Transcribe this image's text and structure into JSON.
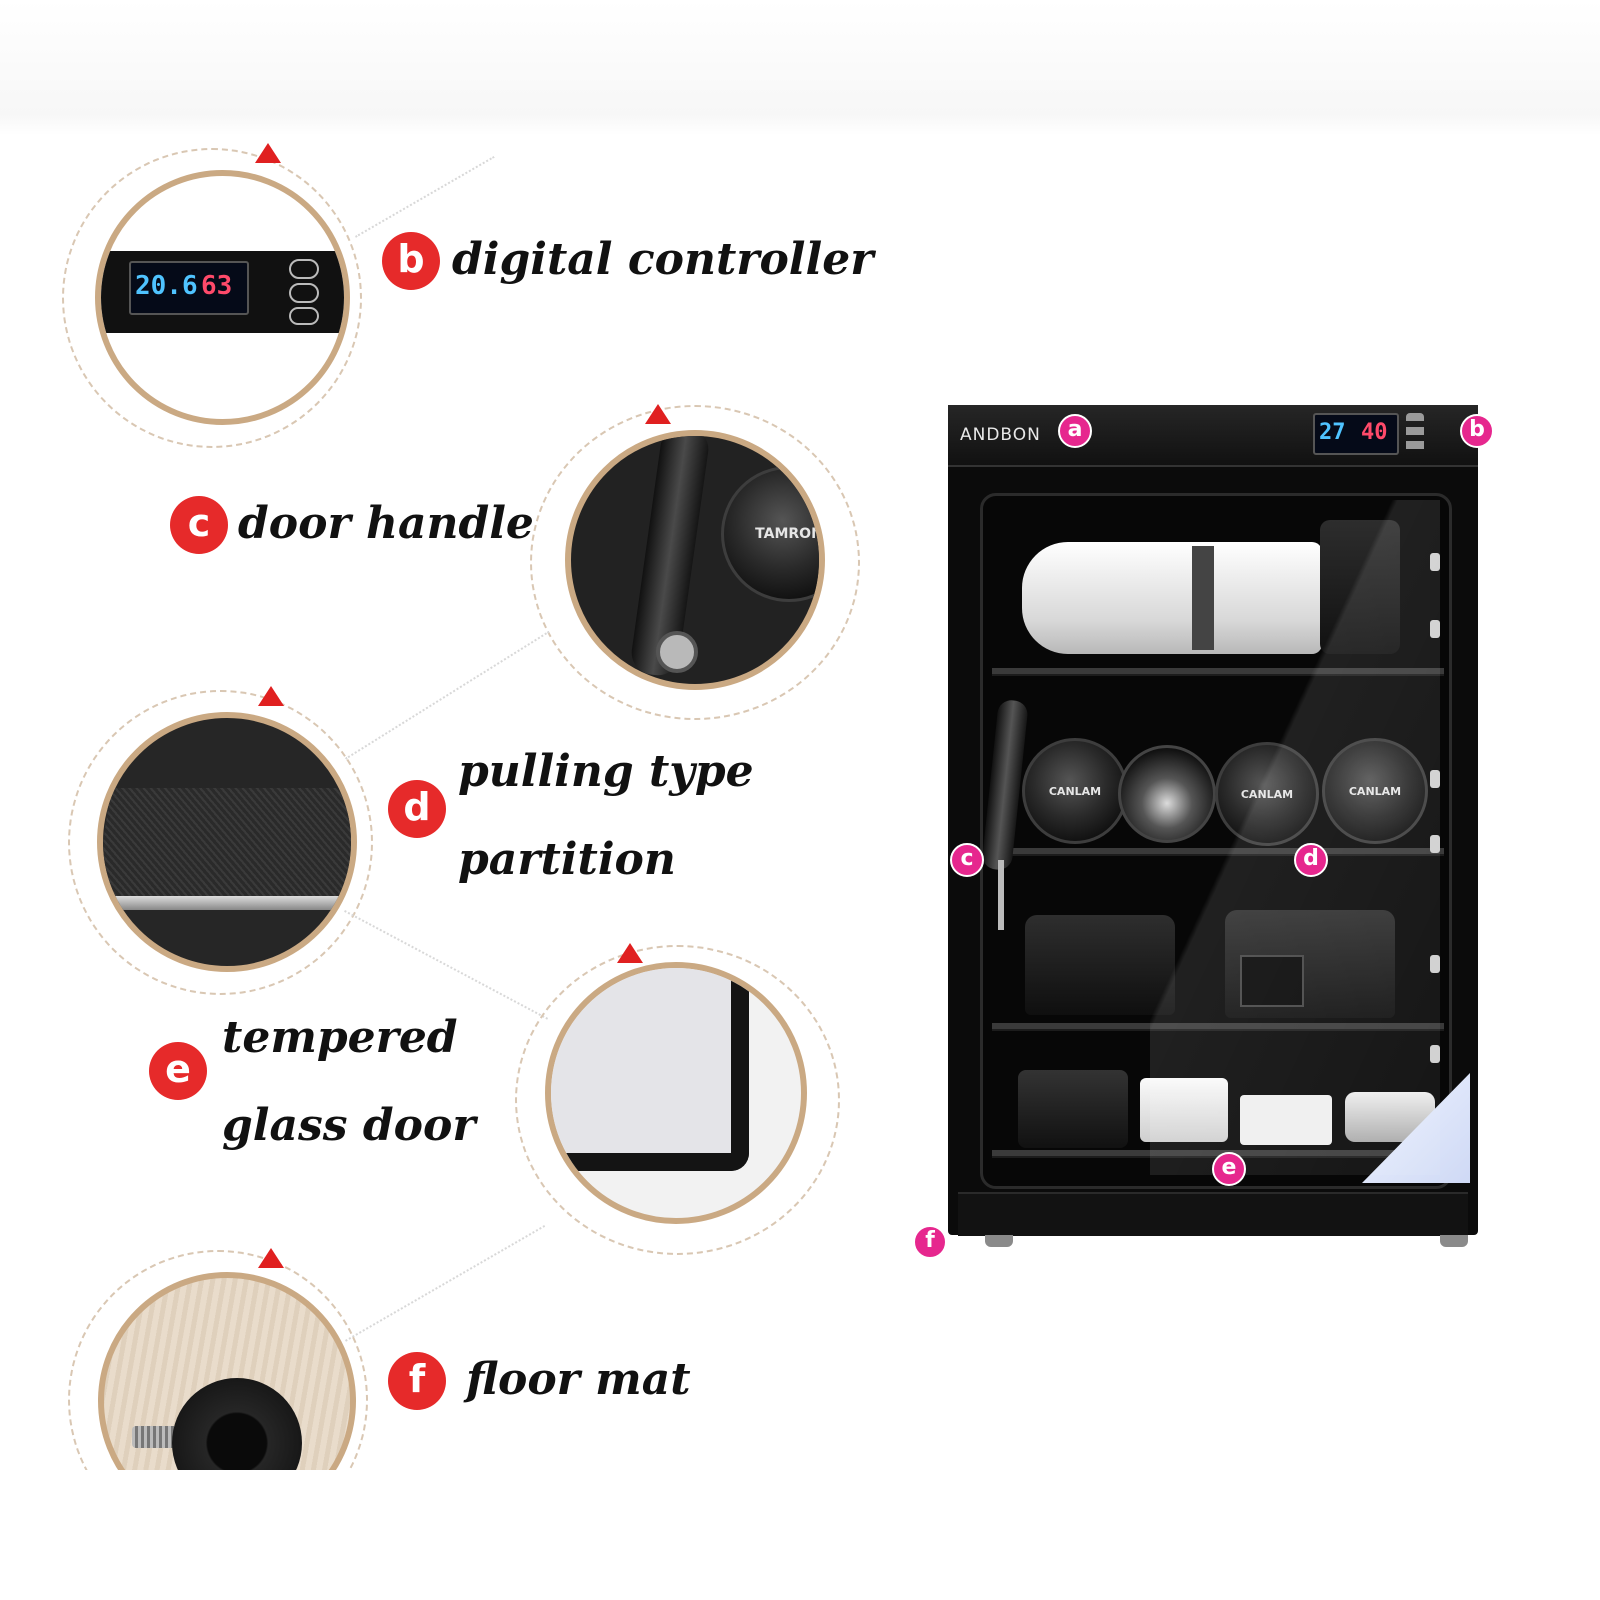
{
  "features": [
    {
      "letter": "b",
      "label_lines": [
        "digital controller"
      ]
    },
    {
      "letter": "c",
      "label_lines": [
        "door handle"
      ]
    },
    {
      "letter": "d",
      "label_lines": [
        "pulling type",
        "partition"
      ]
    },
    {
      "letter": "e",
      "label_lines": [
        "tempered",
        "glass door"
      ]
    },
    {
      "letter": "f",
      "label_lines": [
        "floor mat"
      ]
    }
  ],
  "controller_closeup": {
    "temperature": "20.6",
    "humidity": "63"
  },
  "handle_closeup": {
    "lens_cap_text": "TAMRON"
  },
  "cabinet": {
    "brand": "ANDBON",
    "display_temperature": "27",
    "display_humidity": "40",
    "lens_cap_text": "CANLAM",
    "pins": [
      "a",
      "b",
      "c",
      "d",
      "e",
      "f"
    ]
  },
  "colors": {
    "badge": "#e62a2a",
    "pin": "#e6278e",
    "ring": "#caa983"
  }
}
